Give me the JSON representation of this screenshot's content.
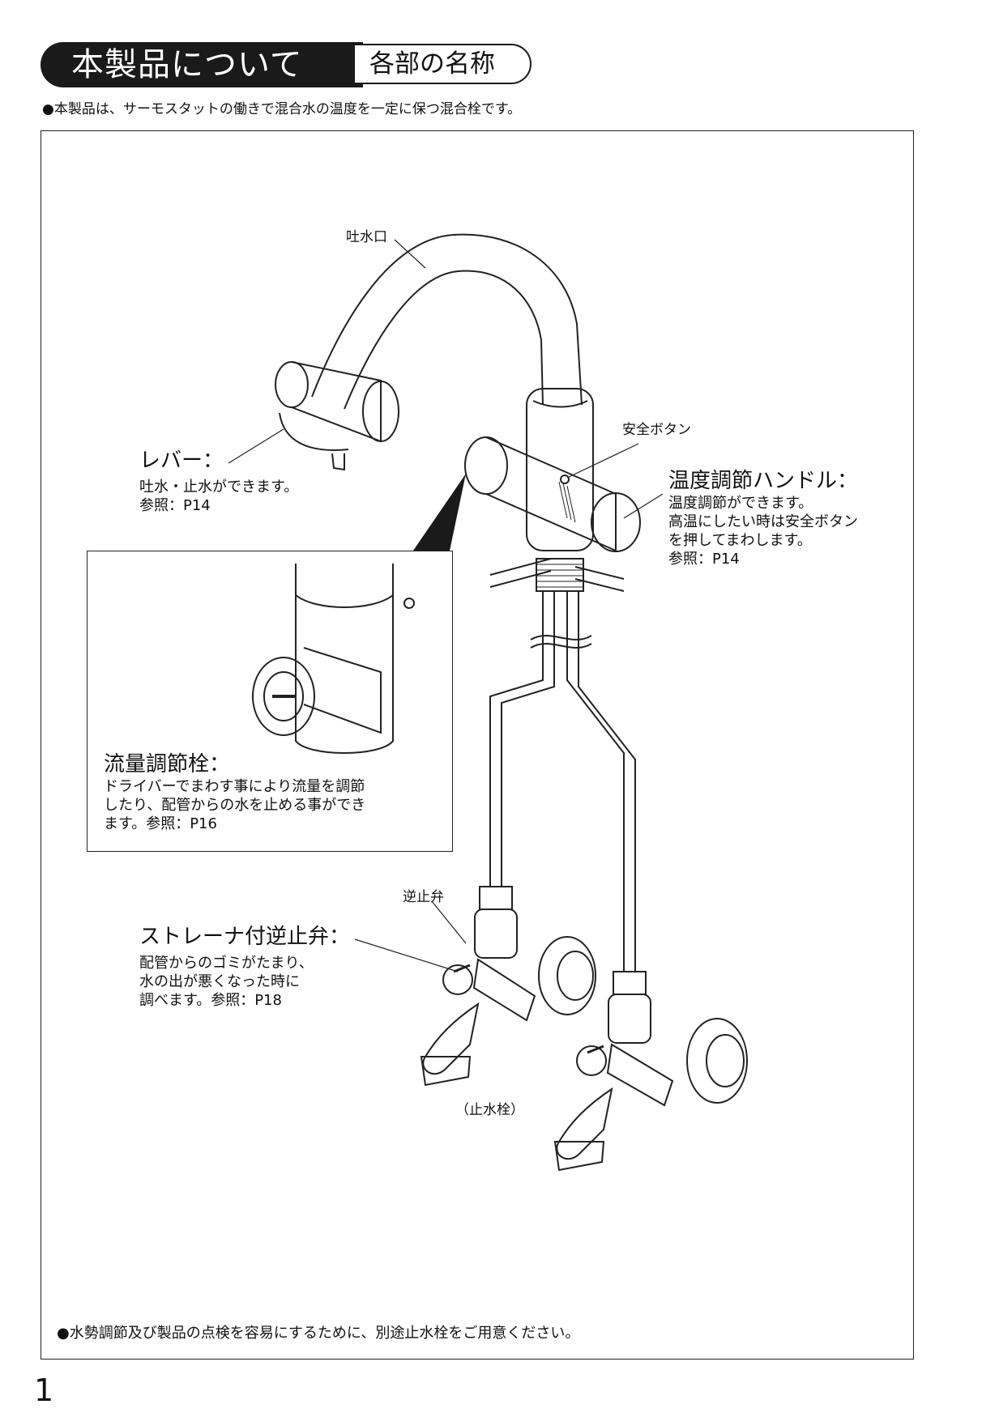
{
  "header": {
    "title": "本製品について",
    "subtitle": "各部の名称"
  },
  "intro": "●本製品は、サーモスタットの働きで混合水の温度を一定に保つ混合栓です。",
  "labels": {
    "spout": "吐水口",
    "lever": {
      "title": "レバー：",
      "lines": [
        "吐水・止水ができます。",
        "参照：P14"
      ]
    },
    "safety_button": "安全ボタン",
    "temp_handle": {
      "title": "温度調節ハンドル：",
      "lines": [
        "温度調節ができます。",
        "高温にしたい時は安全ボタン",
        "を押してまわします。",
        "参照：P14"
      ]
    },
    "flow_valve": {
      "title": "流量調節栓：",
      "lines": [
        "ドライバーでまわす事により流量を調節",
        "したり、配管からの水を止める事ができ",
        "ます。参照：P16"
      ]
    },
    "check_valve": "逆止弁",
    "strainer_valve": {
      "title": "ストレーナ付逆止弁：",
      "lines": [
        "配管からのゴミがたまり、",
        "水の出が悪くなった時に",
        "調べます。参照：P18"
      ]
    },
    "stop_valve": "（止水栓）"
  },
  "bottom_note": "●水勢調節及び製品の点検を容易にするために、別途止水栓をご用意ください。",
  "page_number": "1"
}
